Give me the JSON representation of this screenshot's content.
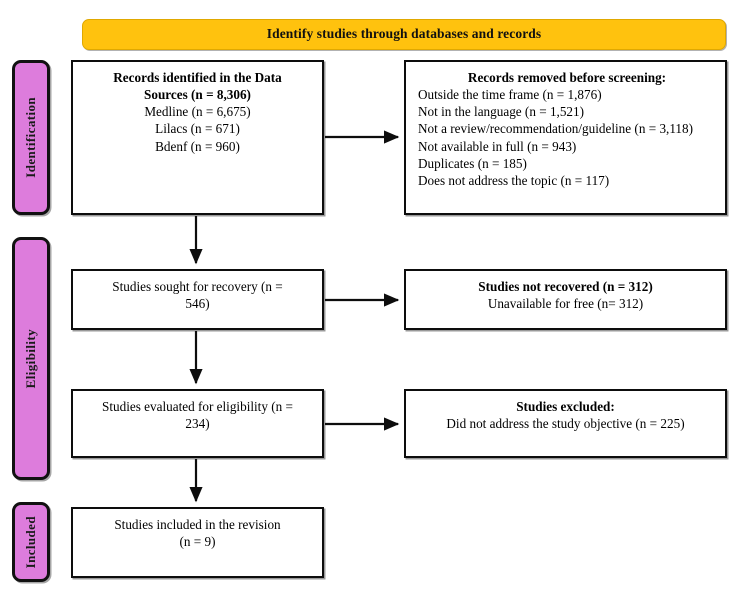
{
  "banner": {
    "label": "Identify studies through databases and records",
    "color": "#FFC20E"
  },
  "stages": {
    "color": "#DD7CDC",
    "identification": "Identification",
    "eligibility": "Eligibility",
    "included": "Included"
  },
  "boxes": {
    "records_identified": {
      "lines": [
        "Records identified in the Data",
        "Sources (n = 8,306)",
        "Medline (n = 6,675)",
        "Lilacs (n = 671)",
        "Bdenf (n = 960)"
      ]
    },
    "records_removed": {
      "header": "Records removed before screening:",
      "lines": [
        "Outside the time frame (n = 1,876)",
        "Not in the language (n = 1,521)",
        "Not a review/recommendation/guideline (n = 3,118)",
        "Not available in full (n = 943)",
        "Duplicates (n = 185)",
        "Does not address the topic (n = 117)"
      ]
    },
    "sought_recovery": {
      "lines": [
        "Studies sought for recovery (n =",
        "546)"
      ]
    },
    "not_recovered": {
      "header": "Studies not recovered (n = 312)",
      "lines": [
        "Unavailable for free (n= 312)"
      ]
    },
    "evaluated_eligibility": {
      "lines": [
        "Studies evaluated for eligibility (n =",
        "234)"
      ]
    },
    "studies_excluded": {
      "header": "Studies excluded:",
      "lines": [
        "Did not address the study objective (n = 225)"
      ]
    },
    "included_revision": {
      "lines": [
        "Studies included in the revision",
        "(n = 9)"
      ]
    }
  },
  "chart_data": {
    "type": "diagram",
    "title": "Identify studies through databases and records",
    "diagram_kind": "PRISMA flow diagram",
    "stages": [
      "Identification",
      "Eligibility",
      "Included"
    ],
    "nodes": [
      {
        "id": "records_identified",
        "stage": "Identification",
        "n": 8306,
        "label": "Records identified in the Data Sources",
        "breakdown": [
          {
            "source": "Medline",
            "n": 6675
          },
          {
            "source": "Lilacs",
            "n": 671
          },
          {
            "source": "Bdenf",
            "n": 960
          }
        ]
      },
      {
        "id": "records_removed",
        "stage": "Identification",
        "label": "Records removed before screening",
        "breakdown": [
          {
            "reason": "Outside the time frame",
            "n": 1876
          },
          {
            "reason": "Not in the language",
            "n": 1521
          },
          {
            "reason": "Not a review/recommendation/guideline",
            "n": 3118
          },
          {
            "reason": "Not available in full",
            "n": 943
          },
          {
            "reason": "Duplicates",
            "n": 185
          },
          {
            "reason": "Does not address the topic",
            "n": 117
          }
        ]
      },
      {
        "id": "sought_recovery",
        "stage": "Eligibility",
        "n": 546,
        "label": "Studies sought for recovery"
      },
      {
        "id": "not_recovered",
        "stage": "Eligibility",
        "n": 312,
        "label": "Studies not recovered",
        "breakdown": [
          {
            "reason": "Unavailable for free",
            "n": 312
          }
        ]
      },
      {
        "id": "evaluated_eligibility",
        "stage": "Eligibility",
        "n": 234,
        "label": "Studies evaluated for eligibility"
      },
      {
        "id": "studies_excluded",
        "stage": "Eligibility",
        "n": 225,
        "label": "Studies excluded",
        "breakdown": [
          {
            "reason": "Did not address the study objective",
            "n": 225
          }
        ]
      },
      {
        "id": "included_revision",
        "stage": "Included",
        "n": 9,
        "label": "Studies included in the revision"
      }
    ],
    "edges": [
      {
        "from": "records_identified",
        "to": "records_removed",
        "direction": "right"
      },
      {
        "from": "records_identified",
        "to": "sought_recovery",
        "direction": "down"
      },
      {
        "from": "sought_recovery",
        "to": "not_recovered",
        "direction": "right"
      },
      {
        "from": "sought_recovery",
        "to": "evaluated_eligibility",
        "direction": "down"
      },
      {
        "from": "evaluated_eligibility",
        "to": "studies_excluded",
        "direction": "right"
      },
      {
        "from": "evaluated_eligibility",
        "to": "included_revision",
        "direction": "down"
      }
    ]
  }
}
